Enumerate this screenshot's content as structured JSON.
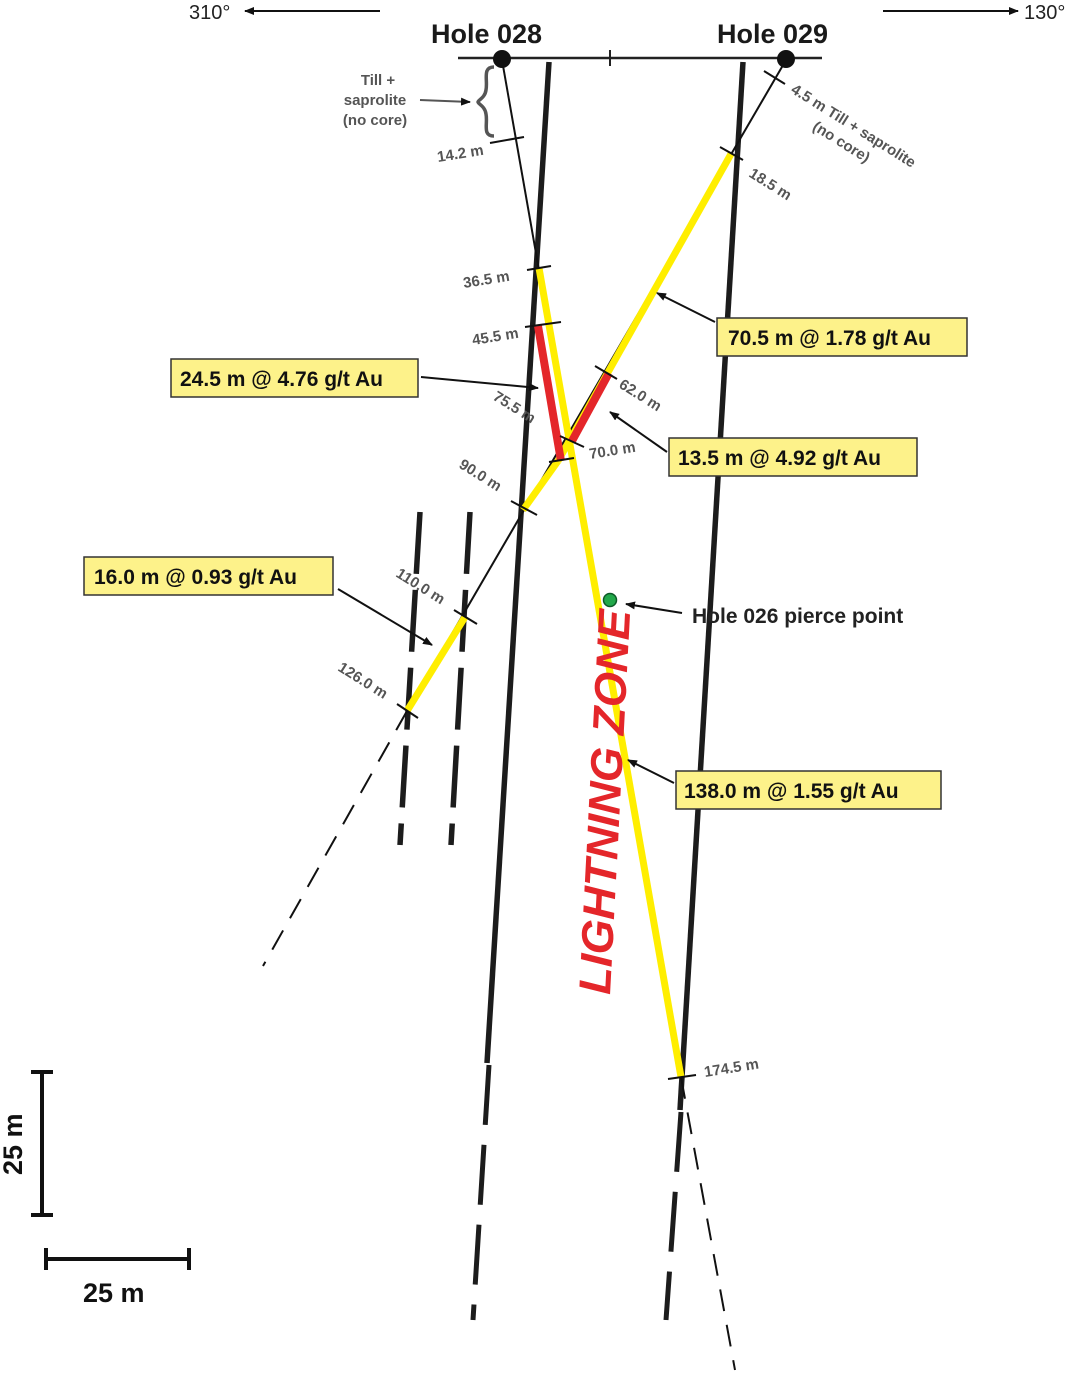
{
  "bearings": {
    "left": "310°",
    "right": "130°"
  },
  "holes": [
    {
      "name": "Hole 028"
    },
    {
      "name": "Hole 029"
    }
  ],
  "notes": {
    "hole028_till_line1": "Till +",
    "hole028_till_line2": "saprolite",
    "hole028_till_line3": "(no core)",
    "hole029_till_line1": "4.5 m Till + saprolite",
    "hole029_till_line2": "(no core)"
  },
  "depths": {
    "d14_2": "14.2 m",
    "d18_5": "18.5 m",
    "d36_5": "36.5 m",
    "d45_5": "45.5 m",
    "d62_0": "62.0 m",
    "d70_0": "70.0 m",
    "d75_5": "75.5 m",
    "d90_0": "90.0 m",
    "d110_0": "110.0 m",
    "d126_0": "126.0 m",
    "d174_5": "174.5 m"
  },
  "intercepts": [
    {
      "label": "70.5 m @ 1.78 g/t Au"
    },
    {
      "label": "24.5 m @ 4.76 g/t Au"
    },
    {
      "label": "13.5 m @ 4.92 g/t Au"
    },
    {
      "label": "16.0 m @ 0.93 g/t Au"
    },
    {
      "label": "138.0 m @ 1.55 g/t Au"
    }
  ],
  "pierce_point": "Hole 026 pierce point",
  "zone_name": "LIGHTNING ZONE",
  "scale": {
    "vertical": "25 m",
    "horizontal": "25 m"
  },
  "colors": {
    "mineralized_yellow": "#ffee00",
    "high_grade_red": "#e4262a",
    "label_fill": "#fdf28a",
    "pierce_green": "#22a84a",
    "zone_text": "#e4262a"
  }
}
